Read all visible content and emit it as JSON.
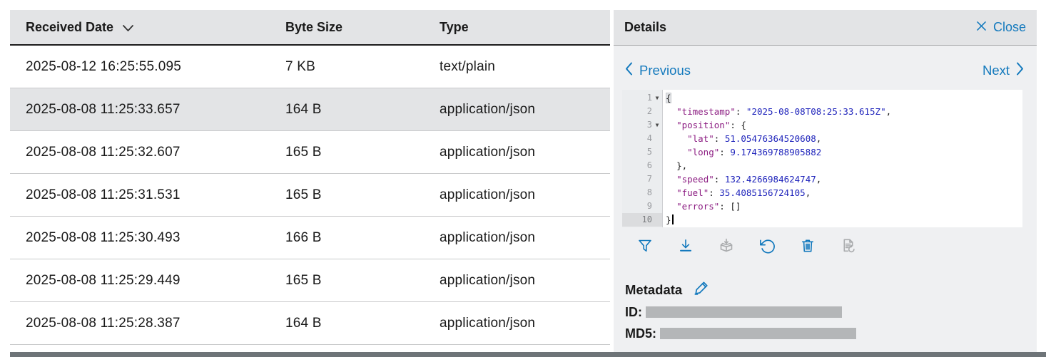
{
  "colors": {
    "accent_blue": "#1379bd",
    "json_key_color": "#8c1d82",
    "json_value_color": "#1f24bb",
    "selected_row_gray": "#e3e4e6"
  },
  "table": {
    "columns": [
      {
        "label": "Received Date",
        "sortable": true,
        "sort_direction": "descending"
      },
      {
        "label": "Byte Size"
      },
      {
        "label": "Type"
      }
    ],
    "rows": [
      {
        "received_date": "2025-08-12 16:25:55.095",
        "byte_size": "7 KB",
        "type": "text/plain",
        "selected": false
      },
      {
        "received_date": "2025-08-08 11:25:33.657",
        "byte_size": "164 B",
        "type": "application/json",
        "selected": true
      },
      {
        "received_date": "2025-08-08 11:25:32.607",
        "byte_size": "165 B",
        "type": "application/json",
        "selected": false
      },
      {
        "received_date": "2025-08-08 11:25:31.531",
        "byte_size": "165 B",
        "type": "application/json",
        "selected": false
      },
      {
        "received_date": "2025-08-08 11:25:30.493",
        "byte_size": "166 B",
        "type": "application/json",
        "selected": false
      },
      {
        "received_date": "2025-08-08 11:25:29.449",
        "byte_size": "165 B",
        "type": "application/json",
        "selected": false
      },
      {
        "received_date": "2025-08-08 11:25:28.387",
        "byte_size": "164 B",
        "type": "application/json",
        "selected": false
      }
    ]
  },
  "details": {
    "title": "Details",
    "close_label": "Close",
    "pager": {
      "previous_label": "Previous",
      "next_label": "Next"
    },
    "editor": {
      "language": "json",
      "lines": [
        {
          "num": 1,
          "fold": true,
          "segments": [
            [
              "bracket",
              "{"
            ]
          ]
        },
        {
          "num": 2,
          "segments": [
            [
              "plain",
              "  "
            ],
            [
              "key",
              "\"timestamp\""
            ],
            [
              "punct",
              ": "
            ],
            [
              "string",
              "\"2025-08-08T08:25:33.615Z\""
            ],
            [
              "punct",
              ","
            ]
          ]
        },
        {
          "num": 3,
          "fold": true,
          "segments": [
            [
              "plain",
              "  "
            ],
            [
              "key",
              "\"position\""
            ],
            [
              "punct",
              ": {"
            ]
          ]
        },
        {
          "num": 4,
          "segments": [
            [
              "plain",
              "    "
            ],
            [
              "key",
              "\"lat\""
            ],
            [
              "punct",
              ": "
            ],
            [
              "number",
              "51.05476364520608"
            ],
            [
              "punct",
              ","
            ]
          ]
        },
        {
          "num": 5,
          "segments": [
            [
              "plain",
              "    "
            ],
            [
              "key",
              "\"long\""
            ],
            [
              "punct",
              ": "
            ],
            [
              "number",
              "9.174369788905882"
            ]
          ]
        },
        {
          "num": 6,
          "segments": [
            [
              "plain",
              "  "
            ],
            [
              "punct",
              "},"
            ]
          ]
        },
        {
          "num": 7,
          "segments": [
            [
              "plain",
              "  "
            ],
            [
              "key",
              "\"speed\""
            ],
            [
              "punct",
              ": "
            ],
            [
              "number",
              "132.4266984624747"
            ],
            [
              "punct",
              ","
            ]
          ]
        },
        {
          "num": 8,
          "segments": [
            [
              "plain",
              "  "
            ],
            [
              "key",
              "\"fuel\""
            ],
            [
              "punct",
              ": "
            ],
            [
              "number",
              "35.4085156724105"
            ],
            [
              "punct",
              ","
            ]
          ]
        },
        {
          "num": 9,
          "segments": [
            [
              "plain",
              "  "
            ],
            [
              "key",
              "\"errors\""
            ],
            [
              "punct",
              ": []"
            ]
          ]
        },
        {
          "num": 10,
          "active": true,
          "cursor": true,
          "segments": [
            [
              "punct",
              "}"
            ]
          ]
        }
      ]
    },
    "toolbar": [
      {
        "icon": "filter",
        "enabled": true
      },
      {
        "icon": "download",
        "enabled": true
      },
      {
        "icon": "unpack",
        "enabled": false
      },
      {
        "icon": "restore",
        "enabled": true
      },
      {
        "icon": "delete",
        "enabled": true
      },
      {
        "icon": "reprocess",
        "enabled": false
      }
    ],
    "metadata": {
      "title": "Metadata",
      "fields": [
        {
          "label": "ID:",
          "value_redacted": true
        },
        {
          "label": "MD5:",
          "value_redacted": true
        }
      ]
    }
  }
}
